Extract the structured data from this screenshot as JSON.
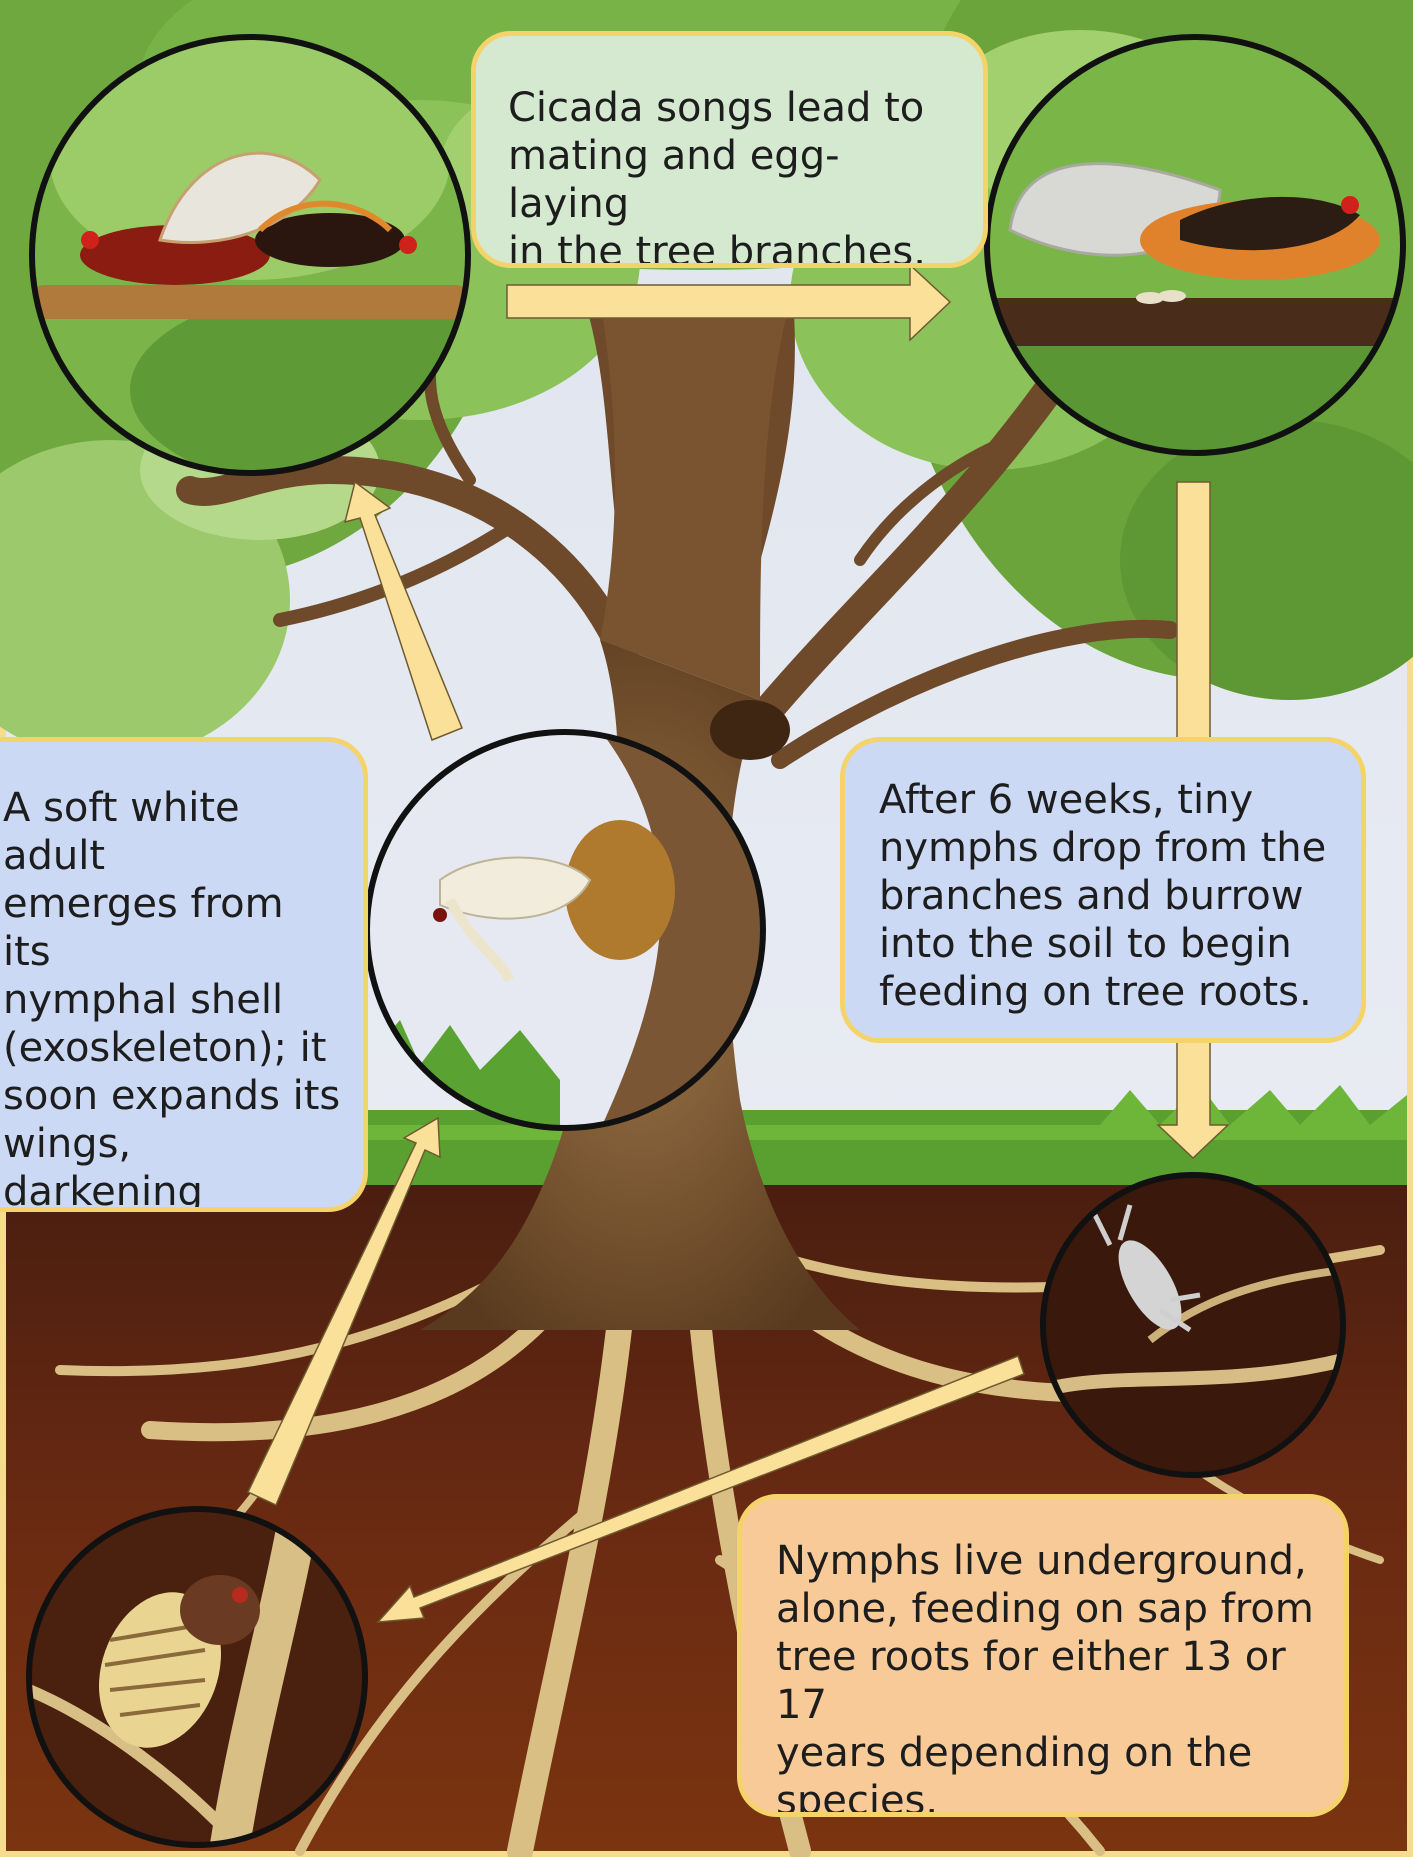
{
  "diagram": {
    "stages": [
      {
        "id": "mating",
        "text": "Cicada songs lead to\nmating and egg-laying\nin the tree branches.",
        "color": "#d5e9d0",
        "illustration": "adult cicadas mating on a branch"
      },
      {
        "id": "egg-laying",
        "illustration": "female cicada laying eggs in a branch"
      },
      {
        "id": "hatch-drop",
        "text": "After 6 weeks, tiny\nnymphs drop from the\nbranches and burrow\ninto the soil to begin\nfeeding on tree roots.",
        "color": "#cbd9f4",
        "illustration": "young nymph on a root"
      },
      {
        "id": "underground",
        "text": "Nymphs live underground,\nalone, feeding on sap from\ntree roots for either 13 or 17\nyears depending on the\nspecies.",
        "color": "#f8ca98",
        "illustration": "mature nymph on a root"
      },
      {
        "id": "emergence",
        "text": "A soft white adult\nemerges from its\nnymphal shell\n(exoskeleton); it\nsoon expands its\nwings, darkening\nand hardening\novernight.",
        "color": "#cbd9f4",
        "illustration": "white adult emerging from shell on trunk"
      }
    ],
    "arrow_color": "#fbe09a",
    "box_border_color": "#f5d36b",
    "page_border_color": "#f6dc8e"
  }
}
